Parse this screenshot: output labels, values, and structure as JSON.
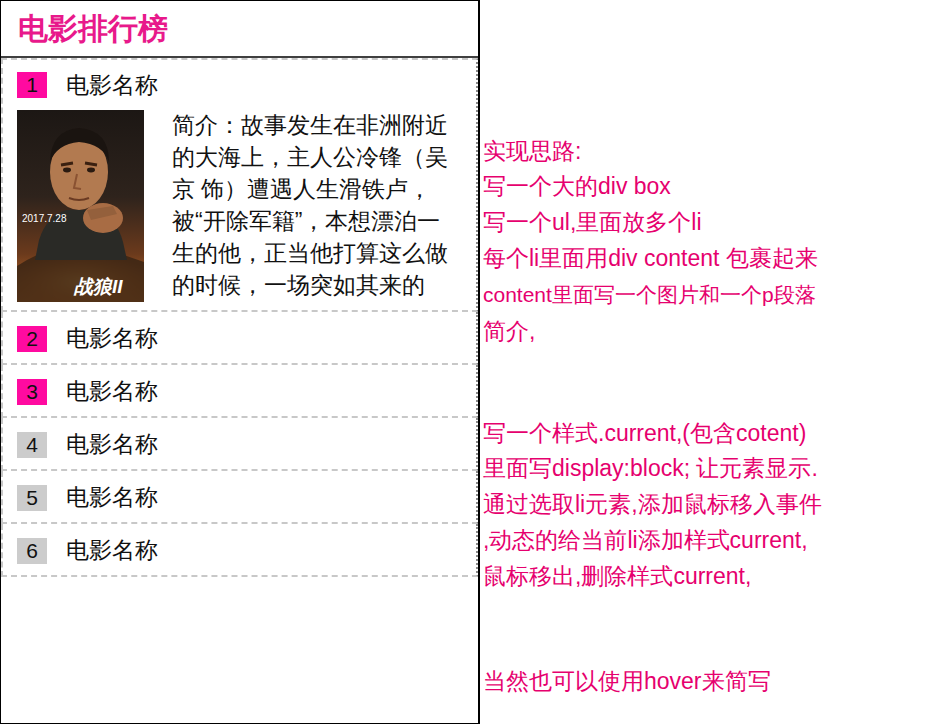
{
  "diagram": {
    "nodes": [
      {
        "text": [
          "电影排行榜"
        ]
      },
      {
        "text": [
          "电影名称",
          "简介：故事发生在非洲附近的大海上，主人公冷锋（吴京 饰）遭遇人生滑铁卢，被“开除军籍”，本想漂泊一生的他，正当他打算这么做的时候，一场突如其来的"
        ],
        "in": 0
      },
      {
        "text": [
          "1"
        ],
        "in": 1
      },
      {
        "text": [
          "电影名称"
        ],
        "in": 0
      },
      {
        "text": [
          "2"
        ],
        "in": 3
      },
      {
        "text": [
          "电影名称"
        ],
        "in": 0
      },
      {
        "text": [
          "3"
        ],
        "in": 5
      },
      {
        "text": [
          "电影名称"
        ],
        "in": 0
      },
      {
        "text": [
          "4"
        ],
        "in": 7
      },
      {
        "text": [
          "电影名称"
        ],
        "in": 0
      },
      {
        "text": [
          "5"
        ],
        "in": 9
      },
      {
        "text": [
          "电影名称"
        ],
        "in": 0
      },
      {
        "text": [
          "6"
        ],
        "in": 11
      }
    ],
    "labels": [
      "实现思路:",
      "写一个大的div box",
      "写一个ul,里面放多个li",
      "每个li里面用div content 包裹起来",
      "content里面写一个图片和一个p段落",
      "简介,",
      "写一个样式.current,(包含cotent)",
      "里面写display:block; 让元素显示.",
      "通过选取li元素,添加鼠标移入事件",
      ",动态的给当前li添加样式current,",
      "鼠标移出,删除样式current,",
      "当然也可以使用hover来简写",
      "2017.7.28",
      "战狼II"
    ]
  }
}
